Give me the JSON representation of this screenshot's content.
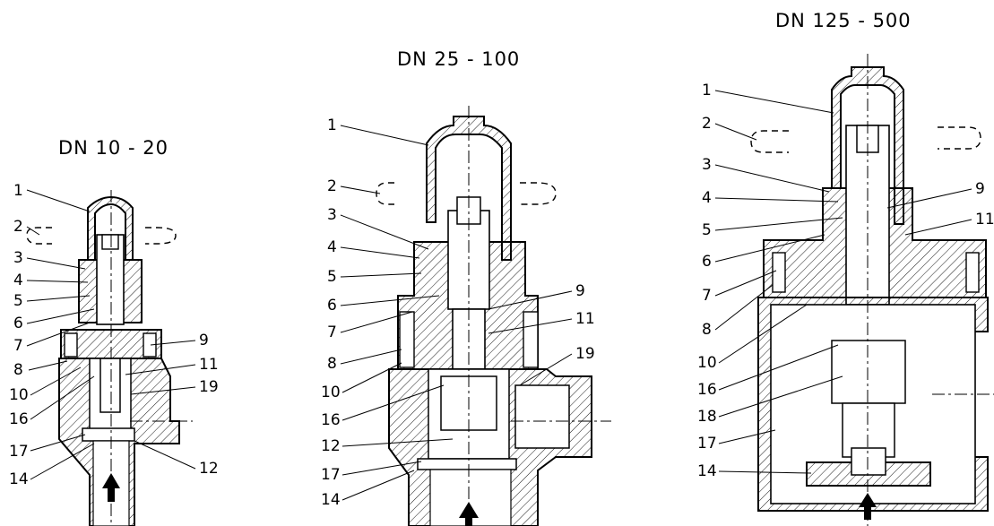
{
  "views": [
    {
      "title": "DN 10 - 20",
      "labels_left": [
        "1",
        "2",
        "3",
        "4",
        "5",
        "6",
        "7",
        "8",
        "10",
        "16",
        "17",
        "14"
      ],
      "labels_right": [
        "9",
        "11",
        "19",
        "12"
      ]
    },
    {
      "title": "DN 25 - 100",
      "labels_left": [
        "1",
        "2",
        "3",
        "4",
        "5",
        "6",
        "7",
        "8",
        "10",
        "16",
        "12",
        "17",
        "14"
      ],
      "labels_right": [
        "9",
        "11",
        "19"
      ]
    },
    {
      "title": "DN 125 - 500",
      "labels_left": [
        "1",
        "2",
        "3",
        "4",
        "5",
        "6",
        "7",
        "8",
        "10",
        "16",
        "18",
        "17",
        "14"
      ],
      "labels_right": [
        "9",
        "11"
      ]
    }
  ],
  "icons": [
    "flow-arrow-icon"
  ]
}
